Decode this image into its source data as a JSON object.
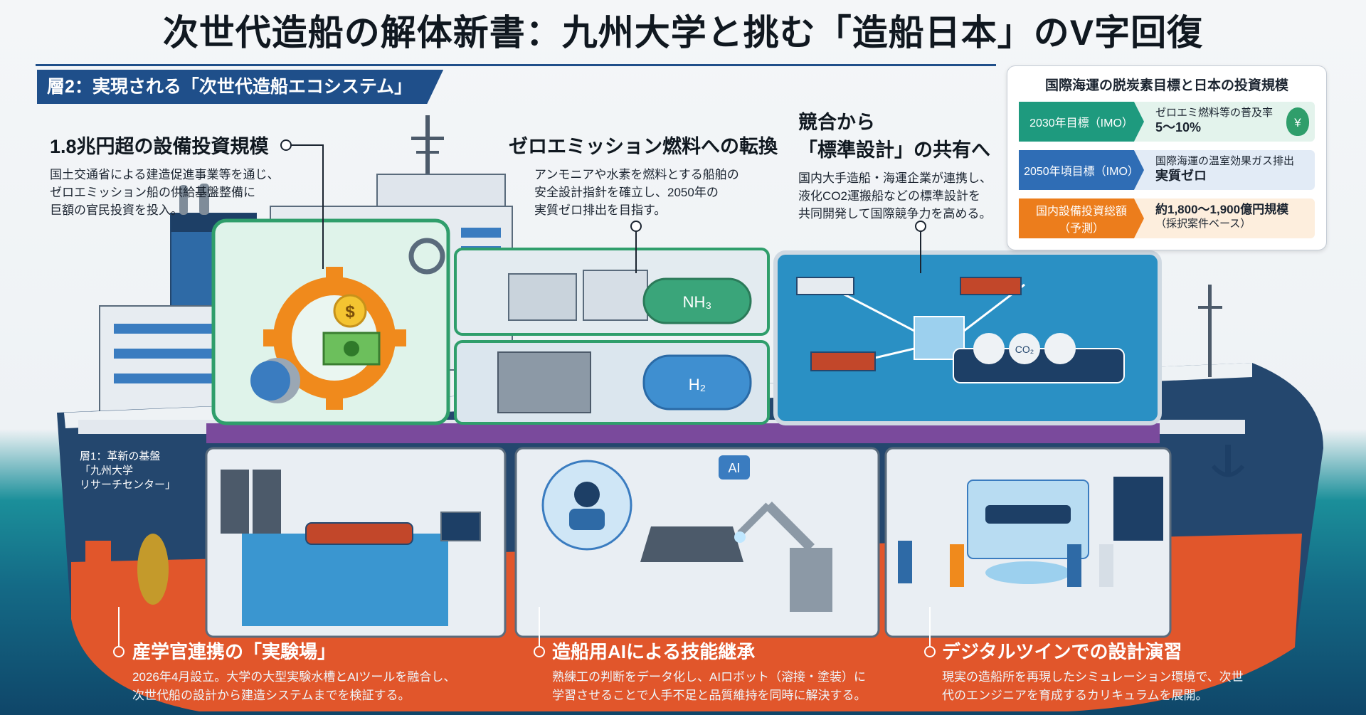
{
  "title": "次世代造船の解体新書：九州大学と挑む「造船日本」のV字回復",
  "layer2_label": "層2：実現される「次世代造船エコシステム」",
  "layer1_label": [
    "層1：革新の基盤",
    "「九州大学",
    "リサーチセンター」"
  ],
  "callouts": {
    "investment": {
      "title": "1.8兆円超の設備投資規模",
      "body": [
        "国土交通省による建造促進事業等を通じ、",
        "ゼロエミッション船の供給基盤整備に",
        "巨額の官民投資を投入。"
      ]
    },
    "fuel": {
      "title": "ゼロエミッション燃料への転換",
      "body": [
        "アンモニアや水素を燃料とする船舶の",
        "安全設計指針を確立し、2050年の",
        "実質ゼロ排出を目指す。"
      ]
    },
    "standard": {
      "title": [
        "競合から",
        "「標準設計」の共有へ"
      ],
      "body": [
        "国内大手造船・海運企業が連携し、",
        "液化CO2運搬船などの標準設計を",
        "共同開発して国際競争力を高める。"
      ]
    },
    "lab": {
      "title": "産学官連携の「実験場」",
      "body": [
        "2026年4月設立。大学の大型実験水槽とAIツールを融合し、",
        "次世代船の設計から建造システムまでを検証する。"
      ]
    },
    "ai": {
      "title": "造船用AIによる技能継承",
      "body": [
        "熟練工の判断をデータ化し、AIロボット（溶接・塗装）に",
        "学習させることで人手不足と品質維持を同時に解決する。"
      ]
    },
    "twin": {
      "title": "デジタルツインでの設計演習",
      "body": [
        "現実の造船所を再現したシミュレーション環境で、次世",
        "代のエンジニアを育成するカリキュラムを展開。"
      ]
    }
  },
  "kpi": {
    "title": "国際海運の脱炭素目標と日本の投資規模",
    "rows": [
      {
        "tag": "2030年目標（IMO）",
        "value_small": "ゼロエミ燃料等の普及率",
        "value_big": "5〜10%",
        "color": "#1e9a7e"
      },
      {
        "tag": "2050年頃目標（IMO）",
        "value_small": "国際海運の温室効果ガス排出",
        "value_big": "実質ゼロ",
        "color": "#2f6db5"
      },
      {
        "tag": "国内設備投資総額（予測）",
        "value_small": "約1,800〜1,900億円規模",
        "value_big": "（採択案件ベース）",
        "color": "#ec7d1c"
      }
    ]
  },
  "ship_labels": {
    "nh3": "NH₃",
    "h2": "H₂",
    "ai": "AI",
    "dollar": "$",
    "yen": "¥",
    "co2": "CO₂"
  },
  "colors": {
    "hull_navy": "#24476e",
    "hull_red": "#e1562b",
    "deck_purple": "#7a4a9c",
    "sea": "#2a90c4",
    "gear_orange": "#f08a1c",
    "accent_green": "#2f9e6b"
  }
}
